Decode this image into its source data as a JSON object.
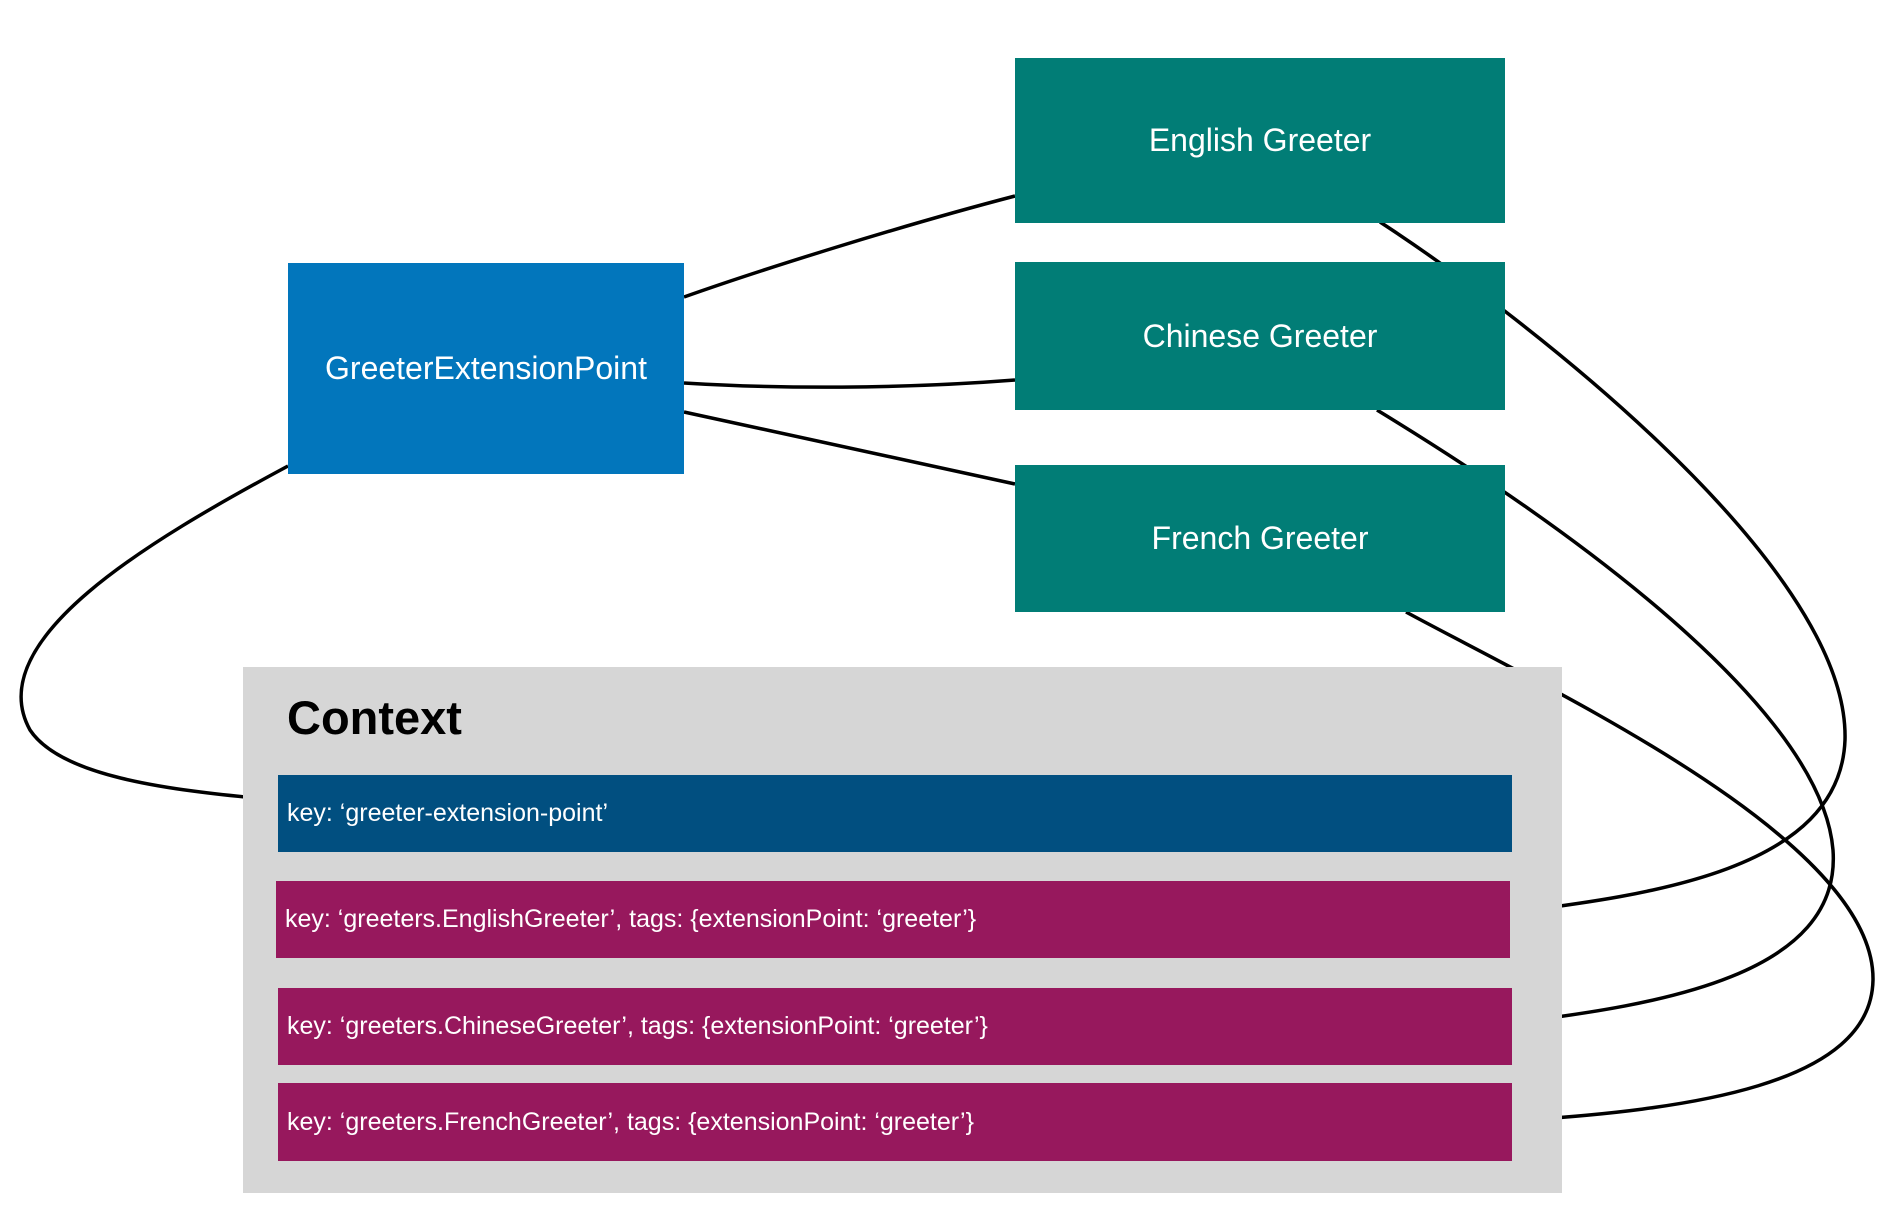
{
  "colors": {
    "extension_point": "#0276bc",
    "greeter": "#017d76",
    "context_panel": "#d6d6d6",
    "binding_extension_point": "#014f80",
    "binding_greeter": "#97185d",
    "connector": "#000000"
  },
  "nodes": {
    "extension_point": {
      "label": "GreeterExtensionPoint"
    },
    "english": {
      "label": "English Greeter"
    },
    "chinese": {
      "label": "Chinese Greeter"
    },
    "french": {
      "label": "French Greeter"
    }
  },
  "context": {
    "title": "Context",
    "bindings": [
      {
        "label": "key: ‘greeter-extension-point’"
      },
      {
        "label": "key: ‘greeters.EnglishGreeter’, tags: {extensionPoint: ‘greeter’}"
      },
      {
        "label": "key: ‘greeters.ChineseGreeter’, tags: {extensionPoint: ‘greeter’}"
      },
      {
        "label": "key: ‘greeters.FrenchGreeter’, tags: {extensionPoint: ‘greeter’}"
      }
    ]
  }
}
